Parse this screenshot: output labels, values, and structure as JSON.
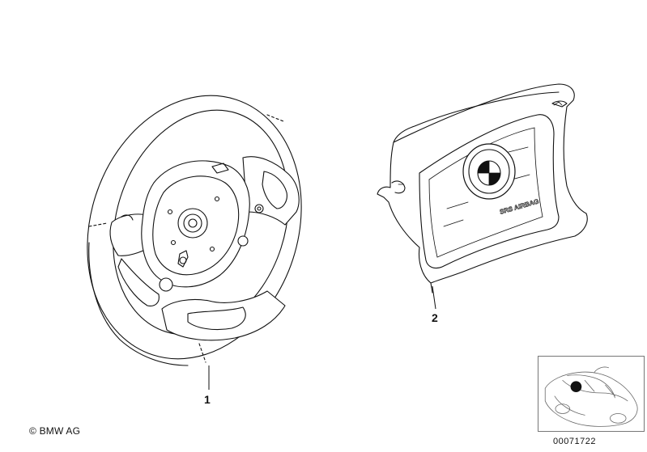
{
  "parts": [
    {
      "callout": "1",
      "part": "steering wheel"
    },
    {
      "callout": "2",
      "part": "airbag module"
    }
  ],
  "copyright": "© BMW AG",
  "diagram_number": "00071722",
  "emblem_text": "SRS AIRBAG",
  "colors": {
    "line": "#111111",
    "shade": "#d9d9d9",
    "background": "#ffffff"
  }
}
